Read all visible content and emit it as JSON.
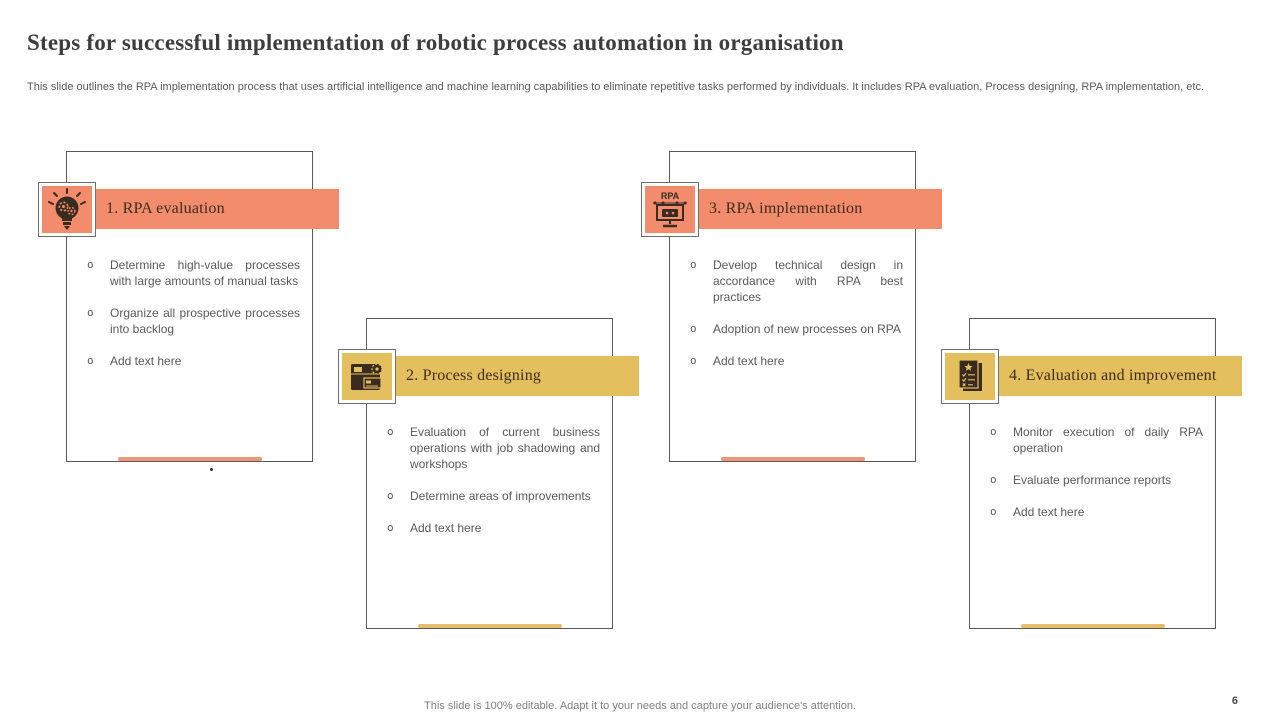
{
  "slide": {
    "title": "Steps for successful implementation of robotic process automation in organisation",
    "description": "This slide outlines the RPA implementation process that uses artificial intelligence and machine learning capabilities to eliminate repetitive tasks performed by individuals. It includes RPA evaluation, Process designing, RPA implementation, etc.",
    "footer": "This slide is 100% editable. Adapt it to your needs and capture your audience's attention.",
    "page_number": "6"
  },
  "colors": {
    "salmon_accent": "#F28C6C",
    "gold_accent": "#E4BF5E",
    "icon_dark": "#3A2B20",
    "card_border": "#595959",
    "body_text": "#595959"
  },
  "bullet_marker": "o",
  "steps": [
    {
      "title": "1. RPA evaluation",
      "accent": "salmon",
      "icon": "idea-bulb-gears-icon",
      "bullets": [
        "Determine high-value processes with large amounts of manual tasks",
        "Organize all prospective processes into backlog",
        "Add text here"
      ]
    },
    {
      "title": "2. Process designing",
      "accent": "gold",
      "icon": "document-gear-icon",
      "bullets": [
        "Evaluation of current business operations with job shadowing and workshops",
        "Determine areas of improvements",
        "Add text here"
      ]
    },
    {
      "title": "3. RPA implementation",
      "accent": "salmon",
      "icon": "rpa-robot-monitor-icon",
      "bullets": [
        "Develop technical design in accordance with RPA best practices",
        "Adoption of new processes on RPA",
        "Add text here"
      ]
    },
    {
      "title": "4. Evaluation and improvement",
      "accent": "gold",
      "icon": "report-star-checklist-icon",
      "bullets": [
        "Monitor execution of daily RPA operation",
        "Evaluate performance reports",
        "Add text here"
      ]
    }
  ]
}
